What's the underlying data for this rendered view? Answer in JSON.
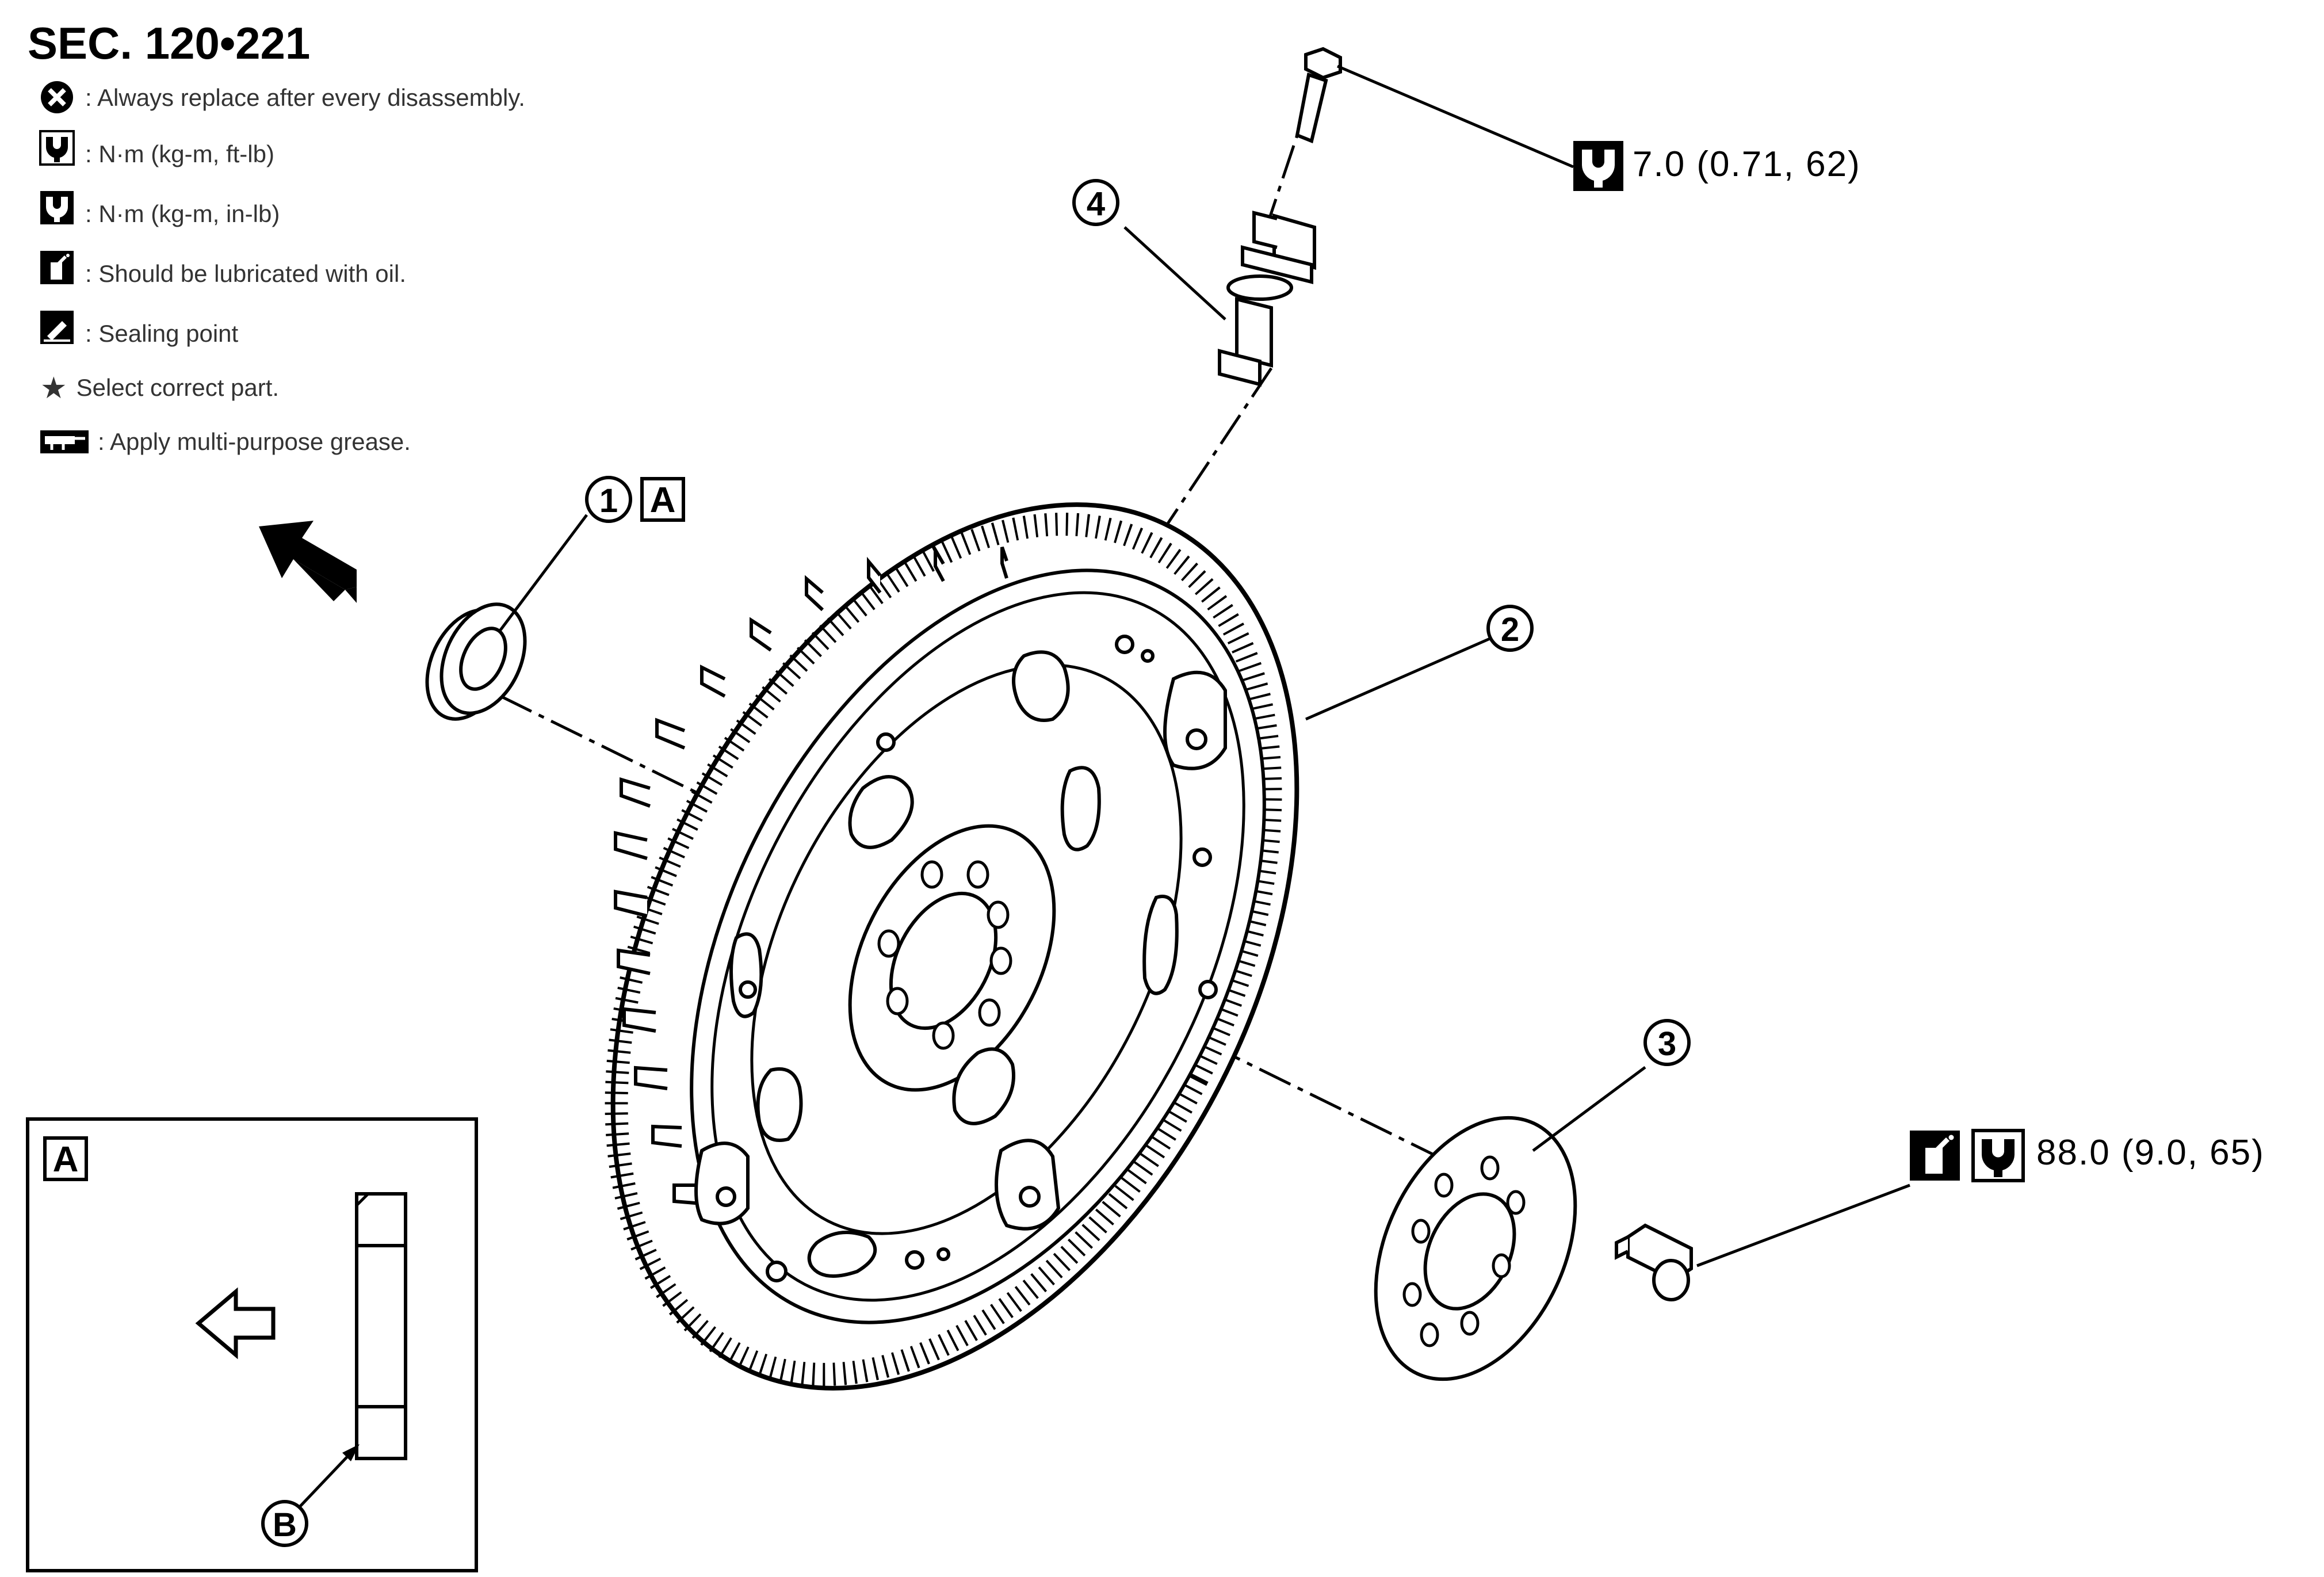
{
  "section": "SEC. 120•221",
  "legend": [
    {
      "icon": "always-replace-icon",
      "text": ": Always replace after every disassembly."
    },
    {
      "icon": "torque-ft-lb-icon",
      "text": ": N·m (kg-m, ft-lb)"
    },
    {
      "icon": "torque-in-lb-icon",
      "text": ": N·m (kg-m, in-lb)"
    },
    {
      "icon": "oil-can-icon",
      "text": ": Should be lubricated with oil."
    },
    {
      "icon": "sealing-point-icon",
      "text": ": Sealing point"
    },
    {
      "icon": "star-icon",
      "symbol": "★",
      "text": "Select correct part."
    },
    {
      "icon": "grease-icon",
      "text": ": Apply multi-purpose grease."
    }
  ],
  "callouts": {
    "c1": "1",
    "c1_view": "A",
    "c2": "2",
    "c3": "3",
    "c4": "4"
  },
  "torque_sensor_bolt": {
    "icon": "torque-in-lb-icon",
    "value": "7.0 (0.71, 62)"
  },
  "torque_flywheel_bolt": {
    "icons": [
      "oil-can-icon",
      "torque-ft-lb-icon"
    ],
    "value": "88.0 (9.0, 65)"
  },
  "detail_view": {
    "label": "A",
    "pointer": "B"
  }
}
